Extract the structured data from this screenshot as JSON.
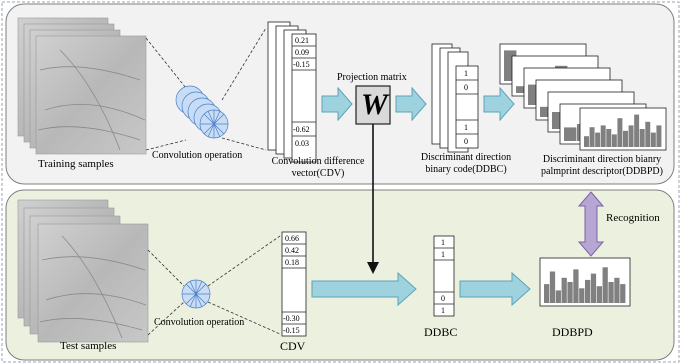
{
  "training": {
    "samples_label": "Training  samples",
    "conv_label": "Convolution operation",
    "cdv_values_top": [
      "0.21",
      "0.09",
      "-0.15"
    ],
    "cdv_values_bottom": [
      "-0.62",
      "0.03"
    ],
    "cdv_label_line1": "Convolution difference",
    "cdv_label_line2": "vector(CDV)",
    "projection_label": "Projection matrix",
    "projection_symbol": "W",
    "ddbc_bits_top": [
      "1",
      "0"
    ],
    "ddbc_bits_bottom": [
      "1",
      "0"
    ],
    "ddbc_label_line1": "Discriminant direction",
    "ddbc_label_line2": "binary code(DDBC)",
    "ddbpd_label_line1": "Discriminant direction bianry",
    "ddbpd_label_line2": "palmprint descriptor(DDBPD)"
  },
  "recognition_label": "Recognition",
  "test": {
    "samples_label": "Test samples",
    "conv_label": "Convolution operation",
    "cdv_values_top": [
      "0.66",
      "0.42",
      "0.18"
    ],
    "cdv_values_bottom": [
      "-0.30",
      "-0.15"
    ],
    "cdv_label": "CDV",
    "ddbc_bits_top": [
      "1",
      "1"
    ],
    "ddbc_bits_bottom": [
      "0",
      "1"
    ],
    "ddbc_label": "DDBC",
    "ddbpd_label": "DDBPD"
  },
  "colors": {
    "training_panel_fill": "#f2f2f2",
    "test_panel_fill": "#ebf1de",
    "arrow_fill": "#9fd2df",
    "arrow_stroke": "#5ba4b8",
    "recognition_arrow_fill": "#b7a5d3",
    "recognition_arrow_stroke": "#7a64a8",
    "filter_bank": "#4a7fc6",
    "histogram_bar": "#808080"
  }
}
